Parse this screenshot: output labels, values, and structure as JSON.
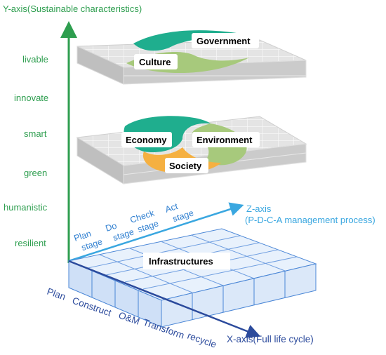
{
  "axes": {
    "y_title": "Y-axis(Sustainable characteristics)",
    "y_levels": [
      "livable",
      "innovate",
      "smart",
      "green",
      "humanistic",
      "resilient"
    ],
    "z_title_line1": "Z-axis",
    "z_title_line2": "(P-D-C-A management process)",
    "x_title": "X-axis(Full life cycle)",
    "x_stages": [
      "Plan",
      "Construct",
      "O&M",
      "Transform",
      "recycle"
    ]
  },
  "pdca_stages": [
    {
      "lines": [
        "Plan",
        "stage"
      ]
    },
    {
      "lines": [
        "Do",
        "stage"
      ]
    },
    {
      "lines": [
        "Check",
        "stage"
      ]
    },
    {
      "lines": [
        "Act",
        "stage"
      ]
    }
  ],
  "layers": {
    "top": {
      "labels": [
        "Government",
        "Culture"
      ]
    },
    "middle": {
      "labels": [
        "Economy",
        "Environment",
        "Society"
      ]
    },
    "bottom": {
      "label": "Infrastructures"
    }
  },
  "colors": {
    "y_axis": "#2e9e4f",
    "z_axis": "#3aa7e0",
    "x_axis": "#2b4a9c",
    "teal": "#1fae8e",
    "light_green": "#a7c97c",
    "orange": "#f5b041",
    "grid_grey": "#dcdcdc",
    "base_blue": "#cfe0f7"
  }
}
